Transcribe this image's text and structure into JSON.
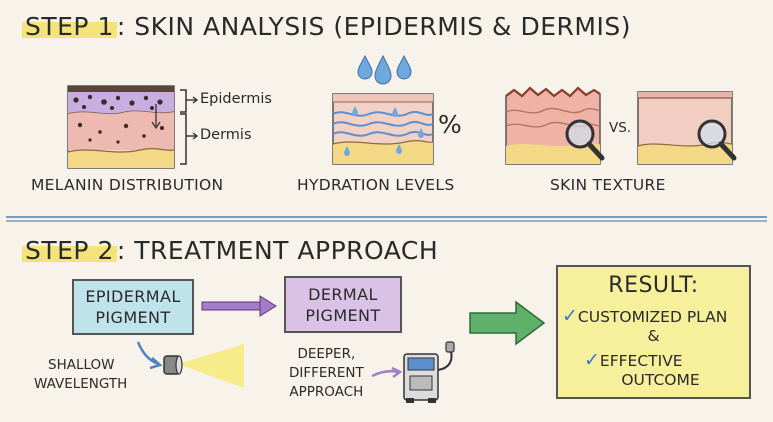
{
  "step1": {
    "label": "STEP 1",
    "title": ": SKIN ANALYSIS (EPIDERMIS & DERMIS)",
    "melanin": {
      "epidermis_label": "Epidermis",
      "dermis_label": "Dermis",
      "caption": "MELANIN DISTRIBUTION"
    },
    "hydration": {
      "symbol": "%",
      "caption": "HYDRATION LEVELS"
    },
    "texture": {
      "vs_label": "VS.",
      "caption": "SKIN TEXTURE"
    }
  },
  "step2": {
    "label": "STEP 2",
    "title": ": TREATMENT APPROACH",
    "epidermal_box": {
      "line1": "EPIDERMAL",
      "line2": "PIGMENT",
      "color": "#bfe3ea"
    },
    "dermal_box": {
      "line1": "DERMAL",
      "line2": "PIGMENT",
      "color": "#d9c2e6"
    },
    "shallow_label": {
      "line1": "SHALLOW",
      "line2": "WAVELENGTH"
    },
    "deeper_label": {
      "line1": "DEEPER,",
      "line2": "DIFFERENT",
      "line3": "APPROACH"
    },
    "result": {
      "title": "RESULT:",
      "check": "✓",
      "line1": "CUSTOMIZED PLAN",
      "amp": "&",
      "line2": "EFFECTIVE",
      "line3": "OUTCOME",
      "color": "#f6ef9c"
    }
  },
  "colors": {
    "divider": "#7a9cc0",
    "highlight": "#f4e27a",
    "arrow_purple": "#a47cc8",
    "arrow_green": "#5fb06a",
    "arrow_blue": "#4e86c4",
    "light_beam": "#f7e96a",
    "check": "#3d78c4"
  }
}
